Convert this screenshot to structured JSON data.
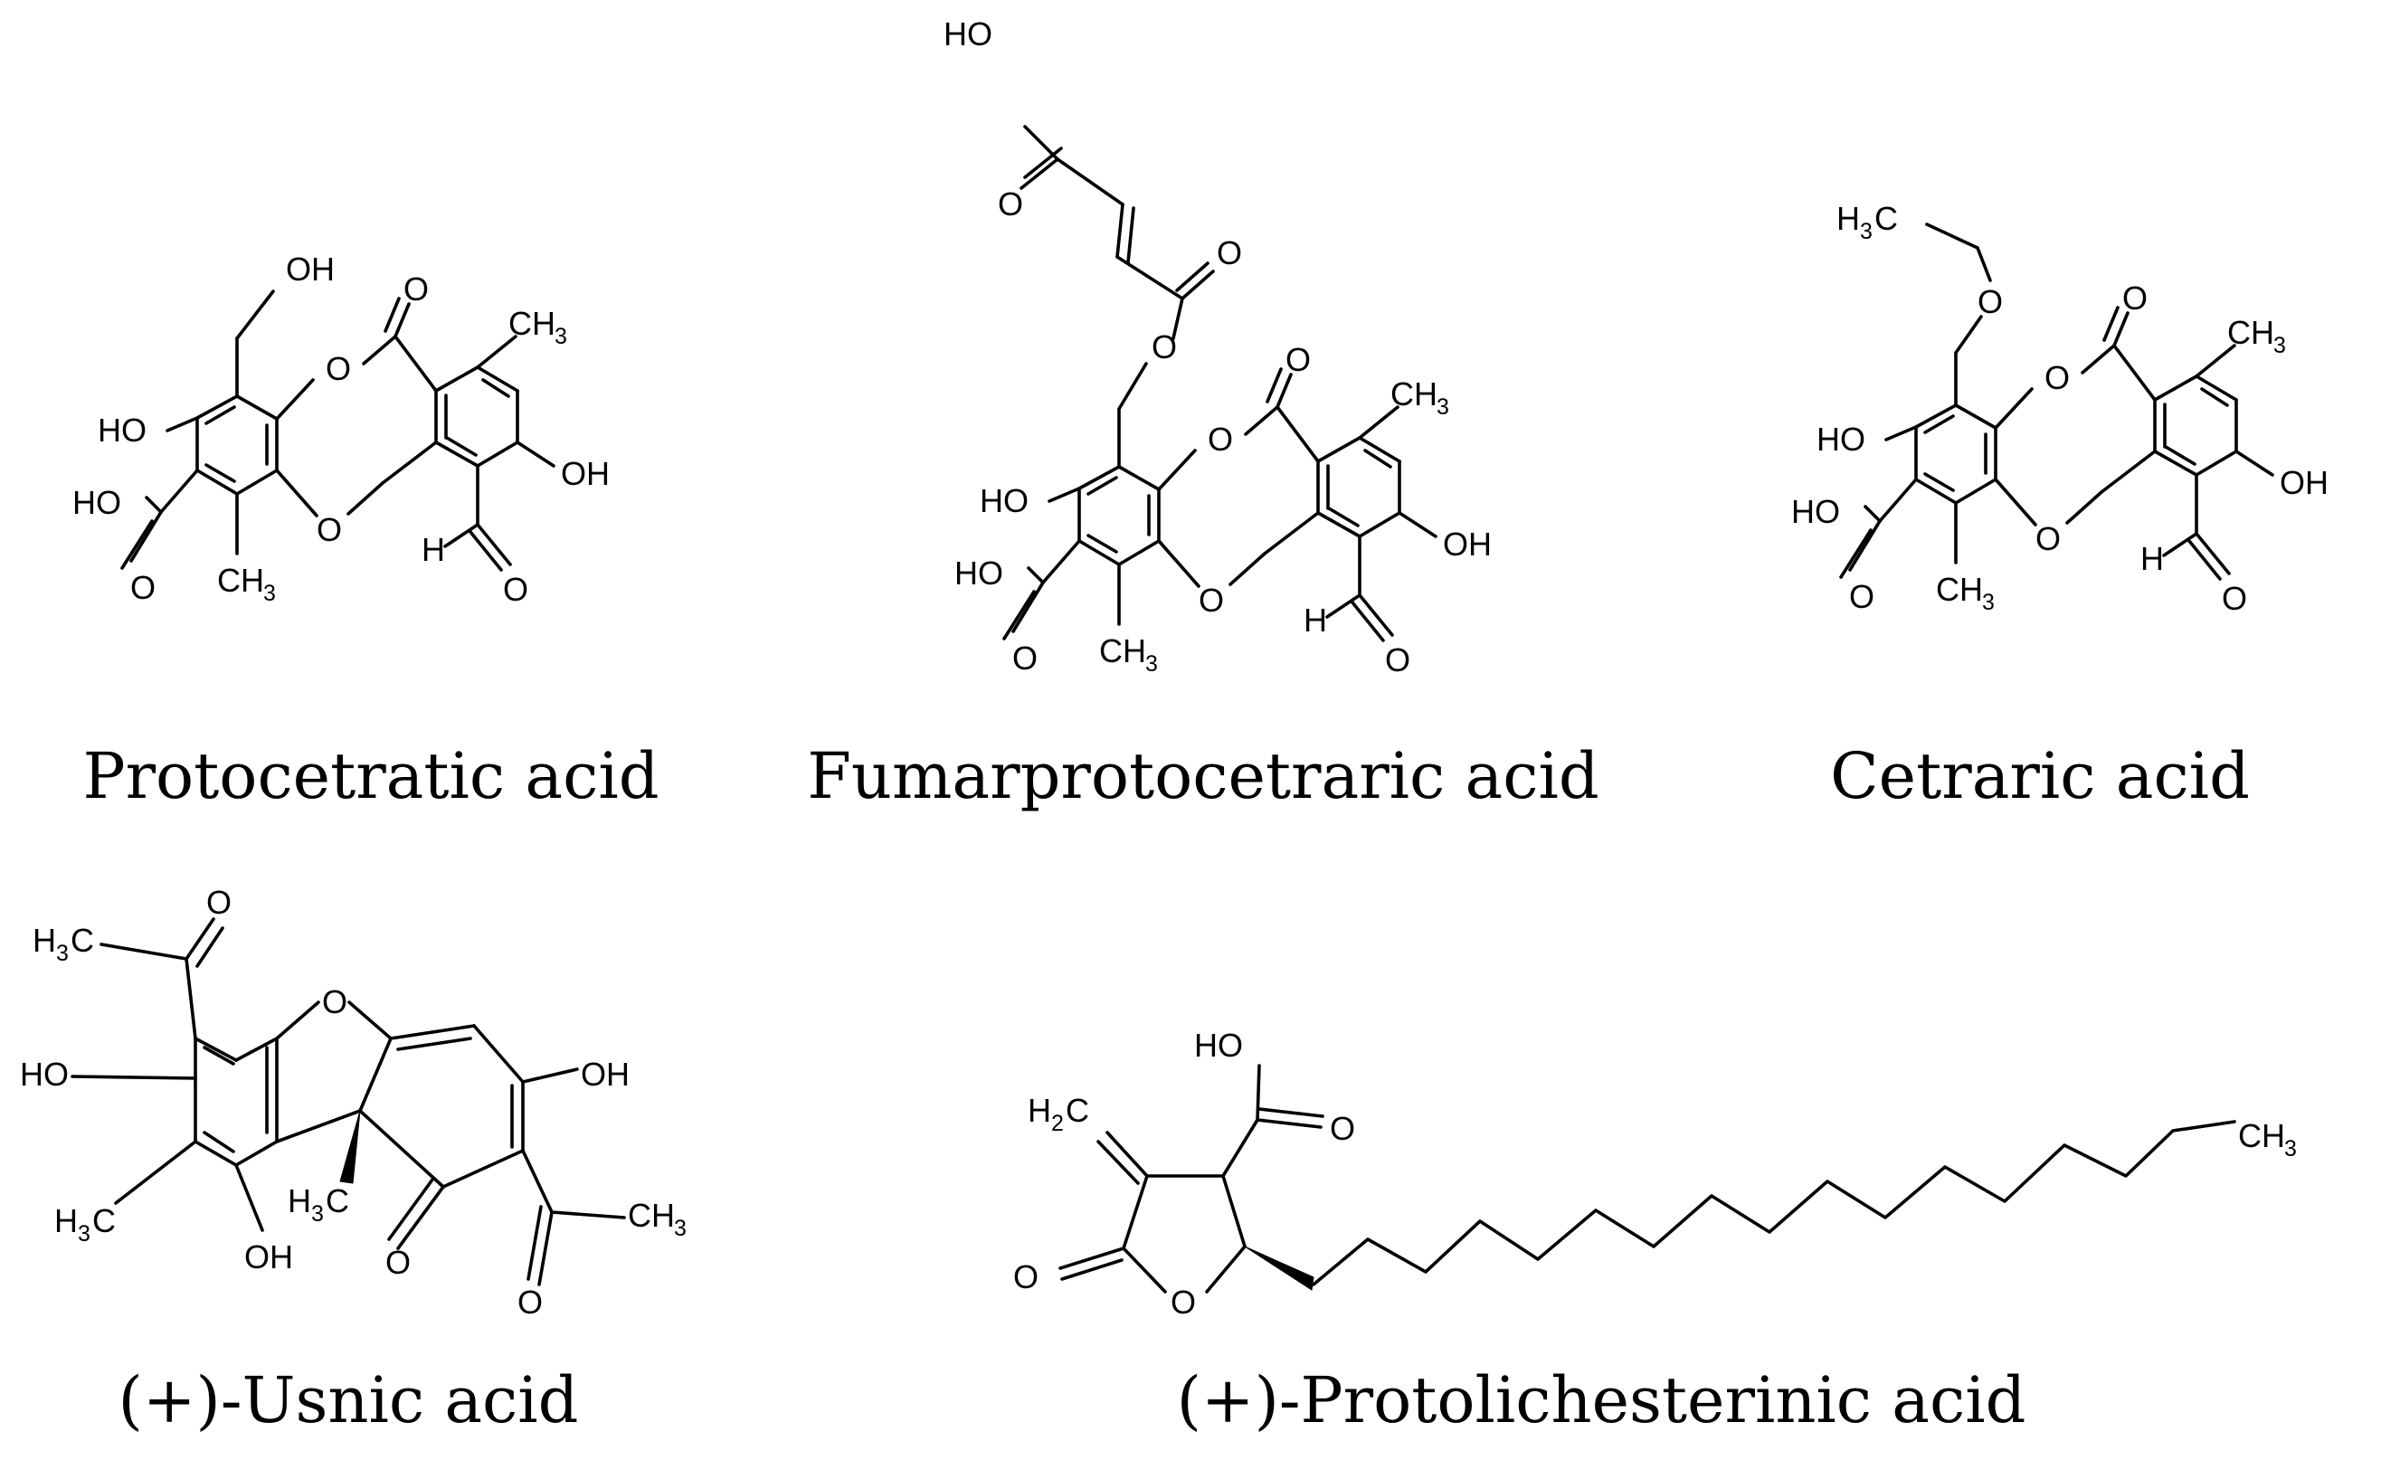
{
  "compounds": [
    {
      "name": "Protocetratic acid",
      "atoms": {
        "oh_top": "OH",
        "ho_left": "HO",
        "ho_acid": "HO",
        "o_acid": "O",
        "ch3_bottom": "CH",
        "ch3_bottom_sub": "3",
        "o_ester": "O",
        "o_carbonyl": "O",
        "o_ether": "O",
        "ch3_right": "CH",
        "ch3_right_sub": "3",
        "oh_right": "OH",
        "h_ald": "H",
        "o_ald": "O"
      }
    },
    {
      "name": "Fumarprotocetraric acid",
      "atoms": {
        "ho_fum": "HO",
        "o_fum1": "O",
        "o_fum2": "O",
        "o_link": "O",
        "ho_left": "HO",
        "ho_acid": "HO",
        "o_acid": "O",
        "ch3_bottom": "CH",
        "ch3_bottom_sub": "3",
        "o_ester": "O",
        "o_carbonyl": "O",
        "o_ether": "O",
        "ch3_right": "CH",
        "ch3_right_sub": "3",
        "oh_right": "OH",
        "h_ald": "H",
        "o_ald": "O"
      }
    },
    {
      "name": "Cetraric acid",
      "atoms": {
        "h3c_h": "H",
        "h3c_sub": "3",
        "h3c_c": "C",
        "o_eth": "O",
        "ho_left": "HO",
        "ho_acid": "HO",
        "o_acid": "O",
        "ch3_bottom": "CH",
        "ch3_bottom_sub": "3",
        "o_ester": "O",
        "o_carbonyl": "O",
        "o_ether": "O",
        "ch3_right": "CH",
        "ch3_right_sub": "3",
        "oh_right": "OH",
        "h_ald": "H",
        "o_ald": "O"
      }
    },
    {
      "name": "(+)-Usnic acid",
      "atoms": {
        "h3c_h": "H",
        "h3c_sub": "3",
        "h3c_c": "C",
        "o_acetyl": "O",
        "o_furan": "O",
        "ho_left": "HO",
        "oh_right": "OH",
        "h3c2_h": "H",
        "h3c2_sub": "3",
        "h3c2_c": "C",
        "oh_bottom": "OH",
        "h3c3_h": "H",
        "h3c3_sub": "3",
        "h3c3_c": "C",
        "o_ketone": "O",
        "ch3_acetyl": "CH",
        "ch3_acetyl_sub": "3",
        "o_acetyl2": "O"
      }
    },
    {
      "name": "(+)-Protolichesterinic acid",
      "atoms": {
        "ho": "HO",
        "o_acid": "O",
        "h2c_h": "H",
        "h2c_sub": "2",
        "h2c_c": "C",
        "o_carbonyl": "O",
        "o_ring": "O",
        "ch3": "CH",
        "ch3_sub": "3"
      }
    }
  ],
  "colors": {
    "ink": "#000000",
    "background": "#ffffff"
  }
}
